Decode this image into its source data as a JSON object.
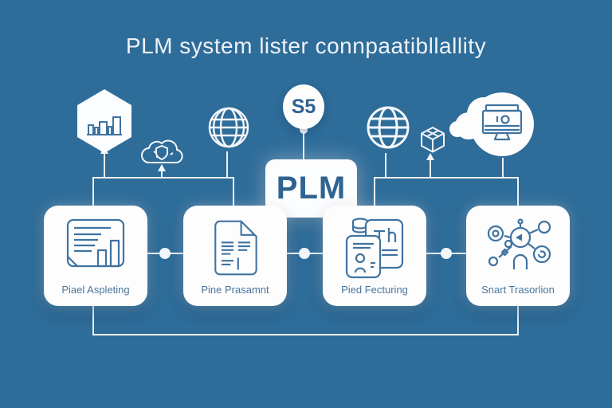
{
  "title": "PLM system lister connpaatibllallity",
  "center_box": {
    "label": "PLM"
  },
  "colors": {
    "background": "#2e6c99",
    "card_background": "#fdfdfe",
    "icon_stroke": "#3f73a0",
    "label_text": "#4a759b",
    "plm_text": "#2f6390",
    "connector_line": "#edf1f5"
  },
  "top_icons": [
    {
      "name": "bar-chart-hexagon-icon"
    },
    {
      "name": "cloud-shield-icon"
    },
    {
      "name": "globe-icon"
    },
    {
      "name": "s5-badge",
      "label": "S5"
    },
    {
      "name": "globe-icon-2"
    },
    {
      "name": "cube-icon"
    },
    {
      "name": "cloud-monitor-icon"
    }
  ],
  "cards": [
    {
      "label": "Piael Aspleting",
      "icon": "report-chart-icon"
    },
    {
      "label": "Pine Prasamnt",
      "icon": "document-icon"
    },
    {
      "label": "Pied Fecturing",
      "icon": "stacked-documents-icon"
    },
    {
      "label": "Snart Trasorlion",
      "icon": "network-nodes-icon"
    }
  ]
}
